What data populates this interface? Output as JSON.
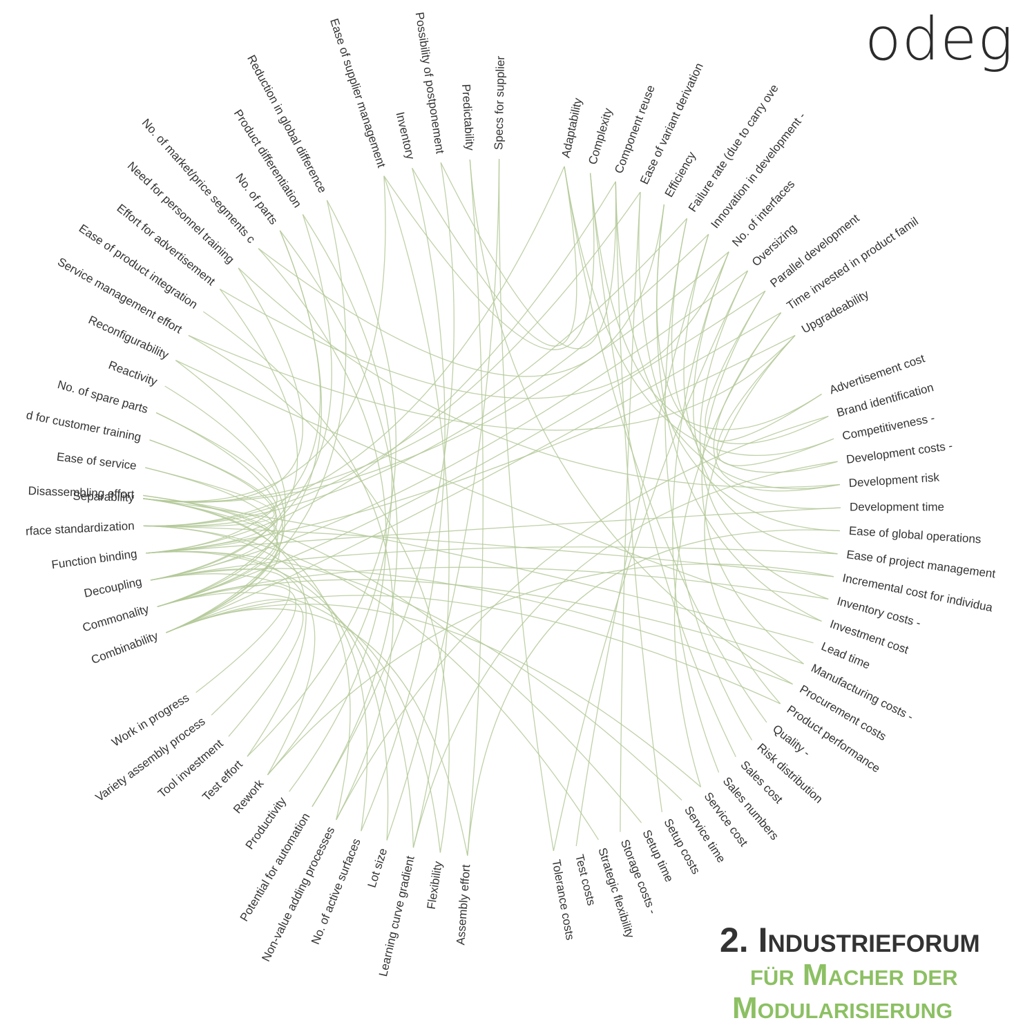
{
  "brand": {
    "logo_text": "odego"
  },
  "event": {
    "title_line1": "2. Industrieforum",
    "title_line2": "für Macher der",
    "title_line3": "Modularisierung"
  },
  "colors": {
    "link": "#b4c999",
    "label": "#333333",
    "accent": "#8cc063",
    "title": "#333333"
  },
  "diagram": {
    "type": "hierarchical-edge-bundling",
    "nodes": [
      {
        "label": "Disassembling effort",
        "angle": -178
      },
      {
        "label": "Ease of service",
        "angle": -173.4
      },
      {
        "label": "d for customer training",
        "angle": -168.8
      },
      {
        "label": "No. of spare parts",
        "angle": -164.2
      },
      {
        "label": "Reactivity",
        "angle": -159.6
      },
      {
        "label": "Reconfigurability",
        "angle": -155
      },
      {
        "label": "Service management effort",
        "angle": -150.4
      },
      {
        "label": "Ease of product integration",
        "angle": -145.8
      },
      {
        "label": "Effort for advertisement",
        "angle": -141.2
      },
      {
        "label": "Need for personnel training",
        "angle": -136.6
      },
      {
        "label": "No. of market/price segments c",
        "angle": -132
      },
      {
        "label": "No. of parts",
        "angle": -127.4
      },
      {
        "label": "Product differentiation",
        "angle": -122.8
      },
      {
        "label": "Reduction in global difference",
        "angle": -118.2
      },
      {
        "label": "Ease of supplier management",
        "angle": -108
      },
      {
        "label": "Inventory",
        "angle": -103.2
      },
      {
        "label": "Possibility of postponement",
        "angle": -98.4
      },
      {
        "label": "Predictability",
        "angle": -93.6
      },
      {
        "label": "Specs for supplier",
        "angle": -88.8
      },
      {
        "label": "Adaptability",
        "angle": -78
      },
      {
        "label": "Complexity",
        "angle": -73.6
      },
      {
        "label": "Component reuse",
        "angle": -69.2
      },
      {
        "label": "Ease of variant derivation",
        "angle": -64.8
      },
      {
        "label": "Efficiency",
        "angle": -60.4
      },
      {
        "label": "Failure rate (due to carry ove",
        "angle": -56
      },
      {
        "label": "Innovation in development -",
        "angle": -51.6
      },
      {
        "label": "No. of interfaces",
        "angle": -47.2
      },
      {
        "label": "Oversizing",
        "angle": -42.8
      },
      {
        "label": "Parallel development",
        "angle": -38.4
      },
      {
        "label": "Time invested in product famil",
        "angle": -34
      },
      {
        "label": "Upgradeability",
        "angle": -29.6
      },
      {
        "label": "Advertisement cost",
        "angle": -19
      },
      {
        "label": "Brand identification",
        "angle": -15.2
      },
      {
        "label": "Competitiveness -",
        "angle": -11.4
      },
      {
        "label": "Development costs -",
        "angle": -7.6
      },
      {
        "label": "Development risk",
        "angle": -3.8
      },
      {
        "label": "Development time",
        "angle": 0
      },
      {
        "label": "Ease of global operations",
        "angle": 3.8
      },
      {
        "label": "Ease of project management",
        "angle": 7.6
      },
      {
        "label": "Incremental cost for individua",
        "angle": 11.4
      },
      {
        "label": "Inventory costs -",
        "angle": 15.2
      },
      {
        "label": "Investment cost",
        "angle": 19
      },
      {
        "label": "Lead time",
        "angle": 22.8
      },
      {
        "label": "Manufacturing costs -",
        "angle": 26.6
      },
      {
        "label": "Procurement costs",
        "angle": 30.4
      },
      {
        "label": "Product performance",
        "angle": 34.2
      },
      {
        "label": "Quality -",
        "angle": 38
      },
      {
        "label": "Risk distribution",
        "angle": 41.8
      },
      {
        "label": "Sales cost",
        "angle": 45.6
      },
      {
        "label": "Sales numbers",
        "angle": 49.4
      },
      {
        "label": "Service cost",
        "angle": 53.2
      },
      {
        "label": "Service time",
        "angle": 57
      },
      {
        "label": "Setup costs",
        "angle": 60.8
      },
      {
        "label": "Setup time",
        "angle": 64.6
      },
      {
        "label": "Storage costs -",
        "angle": 68.4
      },
      {
        "label": "Strategic flexibility",
        "angle": 72.2
      },
      {
        "label": "Test costs",
        "angle": 76
      },
      {
        "label": "Tolerance costs",
        "angle": 79.8
      },
      {
        "label": "Assembly effort",
        "angle": 94
      },
      {
        "label": "Flexibility",
        "angle": 98.5
      },
      {
        "label": "Learning curve gradient",
        "angle": 103
      },
      {
        "label": "Lot size",
        "angle": 107.5
      },
      {
        "label": "No. of active surfaces",
        "angle": 112
      },
      {
        "label": "Non-value adding processes",
        "angle": 116.5
      },
      {
        "label": "Potential for automation",
        "angle": 121
      },
      {
        "label": "Productivity",
        "angle": 125.5
      },
      {
        "label": "Rework",
        "angle": 130
      },
      {
        "label": "Test effort",
        "angle": 134.5
      },
      {
        "label": "Tool investment",
        "angle": 139
      },
      {
        "label": "Variety assembly process",
        "angle": 143.5
      },
      {
        "label": "Work in progress",
        "angle": 148
      },
      {
        "label": "Combinability",
        "angle": 159
      },
      {
        "label": "Commonality",
        "angle": 163.5
      },
      {
        "label": "Decoupling",
        "angle": 168
      },
      {
        "label": "Function binding",
        "angle": 172.5
      },
      {
        "label": "rface standardization",
        "angle": 177
      },
      {
        "label": "Separability",
        "angle": 181.5
      }
    ],
    "hubs": [
      {
        "name": "left",
        "nodes": [
          71,
          72,
          73,
          74,
          75,
          76
        ]
      },
      {
        "name": "right",
        "nodes": [
          19,
          20,
          21,
          22,
          23,
          24,
          25,
          26,
          27,
          28,
          29,
          30
        ]
      },
      {
        "name": "center",
        "nodes": []
      }
    ],
    "links": [
      [
        71,
        0
      ],
      [
        71,
        3
      ],
      [
        71,
        13
      ],
      [
        71,
        29
      ],
      [
        71,
        45
      ],
      [
        71,
        50
      ],
      [
        71,
        58
      ],
      [
        71,
        68
      ],
      [
        72,
        1
      ],
      [
        72,
        5
      ],
      [
        72,
        11
      ],
      [
        72,
        28
      ],
      [
        72,
        40
      ],
      [
        72,
        43
      ],
      [
        72,
        59
      ],
      [
        72,
        69
      ],
      [
        73,
        2
      ],
      [
        73,
        8
      ],
      [
        73,
        12
      ],
      [
        73,
        27
      ],
      [
        73,
        38
      ],
      [
        73,
        44
      ],
      [
        73,
        60
      ],
      [
        73,
        70
      ],
      [
        74,
        0
      ],
      [
        74,
        11
      ],
      [
        74,
        21
      ],
      [
        74,
        30
      ],
      [
        74,
        36
      ],
      [
        74,
        51
      ],
      [
        74,
        61
      ],
      [
        74,
        66
      ],
      [
        75,
        1
      ],
      [
        75,
        3
      ],
      [
        75,
        19
      ],
      [
        75,
        22
      ],
      [
        75,
        25
      ],
      [
        75,
        39
      ],
      [
        75,
        55
      ],
      [
        75,
        62
      ],
      [
        76,
        9
      ],
      [
        76,
        14
      ],
      [
        76,
        24
      ],
      [
        76,
        26
      ],
      [
        76,
        42
      ],
      [
        76,
        53
      ],
      [
        76,
        63
      ],
      [
        76,
        67
      ],
      [
        19,
        33
      ],
      [
        19,
        46
      ],
      [
        20,
        31
      ],
      [
        20,
        48
      ],
      [
        21,
        35
      ],
      [
        21,
        52
      ],
      [
        22,
        37
      ],
      [
        22,
        54
      ],
      [
        23,
        32
      ],
      [
        23,
        41
      ],
      [
        24,
        34
      ],
      [
        24,
        47
      ],
      [
        25,
        36
      ],
      [
        25,
        56
      ],
      [
        26,
        38
      ],
      [
        26,
        49
      ],
      [
        27,
        40
      ],
      [
        27,
        57
      ],
      [
        28,
        31
      ],
      [
        28,
        43
      ],
      [
        29,
        35
      ],
      [
        29,
        50
      ],
      [
        30,
        33
      ],
      [
        30,
        45
      ],
      [
        14,
        60
      ],
      [
        15,
        62
      ],
      [
        16,
        64
      ],
      [
        17,
        58
      ],
      [
        18,
        61
      ],
      [
        6,
        59
      ],
      [
        7,
        63
      ],
      [
        10,
        65
      ],
      [
        4,
        71
      ],
      [
        2,
        74
      ],
      [
        12,
        66
      ],
      [
        13,
        67
      ],
      [
        0,
        72
      ],
      [
        11,
        64
      ],
      [
        17,
        44
      ],
      [
        18,
        57
      ],
      [
        5,
        41
      ],
      [
        9,
        35
      ],
      [
        34,
        60
      ],
      [
        32,
        63
      ],
      [
        37,
        58
      ],
      [
        39,
        66
      ],
      [
        6,
        30
      ],
      [
        8,
        26
      ],
      [
        10,
        23
      ],
      [
        16,
        21
      ],
      [
        15,
        19
      ],
      [
        14,
        20
      ]
    ]
  }
}
